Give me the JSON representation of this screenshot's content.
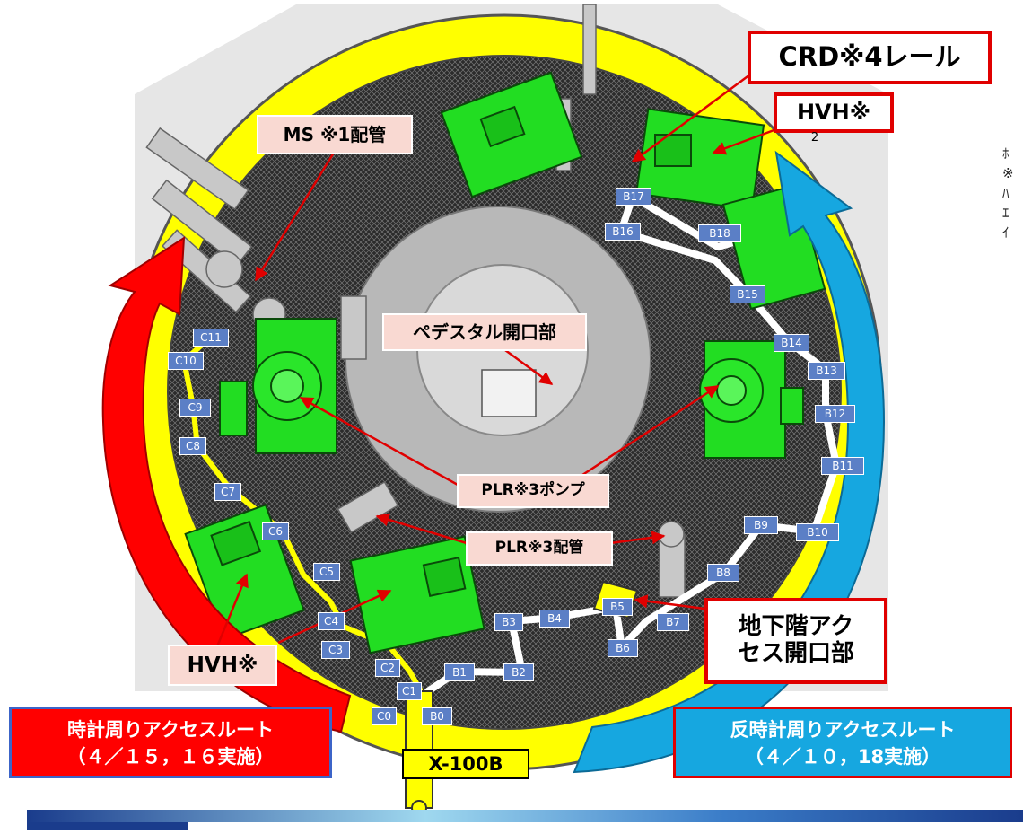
{
  "labels": {
    "crd_rail": "CRD※4レール",
    "hvh_top": "HVH※",
    "hvh_bottom": "HVH※",
    "ms_pipe": "MS ※1配管",
    "pedestal_opening": "ペデスタル開口部",
    "plr_pump": "PLR※3ポンプ",
    "plr_pipe": "PLR※3配管",
    "basement_opening_line1": "地下階アク",
    "basement_opening_line2": "セス開口部",
    "x100b": "X-100B"
  },
  "routes": {
    "clockwise_line1": "時計周りアクセスルート",
    "clockwise_line2": "（４／１５，１６実施）",
    "counterclockwise_line1": "反時計周りアクセスルート",
    "counterclockwise_line2": "（４／１０，18実施）"
  },
  "footnote_marker": "2",
  "side_text": [
    "ﾎ",
    "※",
    "ﾊ",
    "ｴ",
    "ｲ"
  ],
  "c_nodes": [
    "C0",
    "C1",
    "C2",
    "C3",
    "C4",
    "C5",
    "C6",
    "C7",
    "C8",
    "C9",
    "C10",
    "C11"
  ],
  "b_nodes": [
    "B0",
    "B1",
    "B2",
    "B3",
    "B4",
    "B5",
    "B6",
    "B7",
    "B8",
    "B9",
    "B10",
    "B11",
    "B12",
    "B13",
    "B14",
    "B15",
    "B16",
    "B17",
    "B18"
  ],
  "colors": {
    "equipment_green": "#22dd22",
    "ring_yellow": "#ffff00",
    "route_red": "#ff0000",
    "route_blue": "#16a7e0",
    "node_blue": "#5b7fc6",
    "label_pink": "#f9d9d2",
    "arrow_red": "#e00000"
  }
}
